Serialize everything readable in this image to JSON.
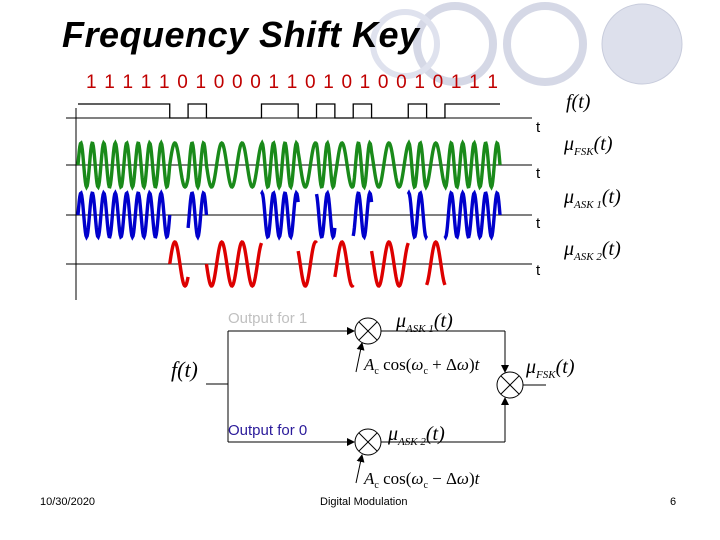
{
  "slide": {
    "title": "Frequency Shift Key",
    "bits_text": "1 1 1 1 1 0 1 0 0 0 1 1 0 1 0 1 0 0 1 0 1 1 1",
    "bits": [
      1,
      1,
      1,
      1,
      1,
      0,
      1,
      0,
      0,
      0,
      1,
      1,
      0,
      1,
      0,
      1,
      0,
      0,
      1,
      0,
      1,
      1,
      1
    ],
    "time_axis_label": "t",
    "signals": {
      "f": "f(t)",
      "fsk": "μFSK(t)",
      "ask1": "μASK1(t)",
      "ask2": "μASK2(t)"
    },
    "colors": {
      "data": "#000000",
      "fsk": "#1a8a1a",
      "ask1": "#0000cc",
      "ask2": "#dd0000",
      "bits_text": "#c00000"
    },
    "block": {
      "output_for_1": "Output for 1",
      "output_for_0": "Output for 0",
      "carrier_upper": "Ac cos(ωc + Δω)t",
      "carrier_lower": "Ac cos(ωc − Δω)t",
      "input": "f(t)",
      "mixer_icon": "multiplier-icon"
    },
    "footer": {
      "date": "10/30/2020",
      "center": "Digital Modulation",
      "page": "6"
    }
  }
}
